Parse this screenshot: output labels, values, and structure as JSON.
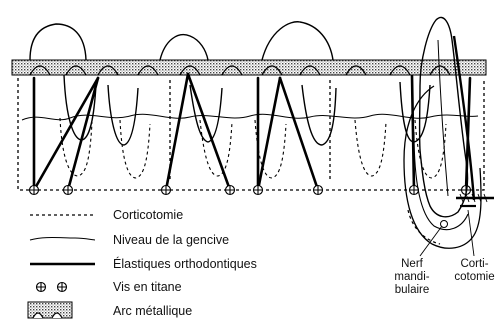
{
  "legend": [
    {
      "key": "dashed",
      "label": "Corticotomie"
    },
    {
      "key": "gingiva",
      "label": "Niveau de la gencive"
    },
    {
      "key": "elastic",
      "label": "Élastiques orthodontiques"
    },
    {
      "key": "screw",
      "label": "Vis en titane"
    },
    {
      "key": "arch",
      "label": "Arc métallique"
    }
  ],
  "annotations": {
    "nerve_lines": [
      "Nerf",
      "mandi-",
      "bulaire"
    ],
    "cortico_lines": [
      "Corti-",
      "cotomie"
    ]
  }
}
